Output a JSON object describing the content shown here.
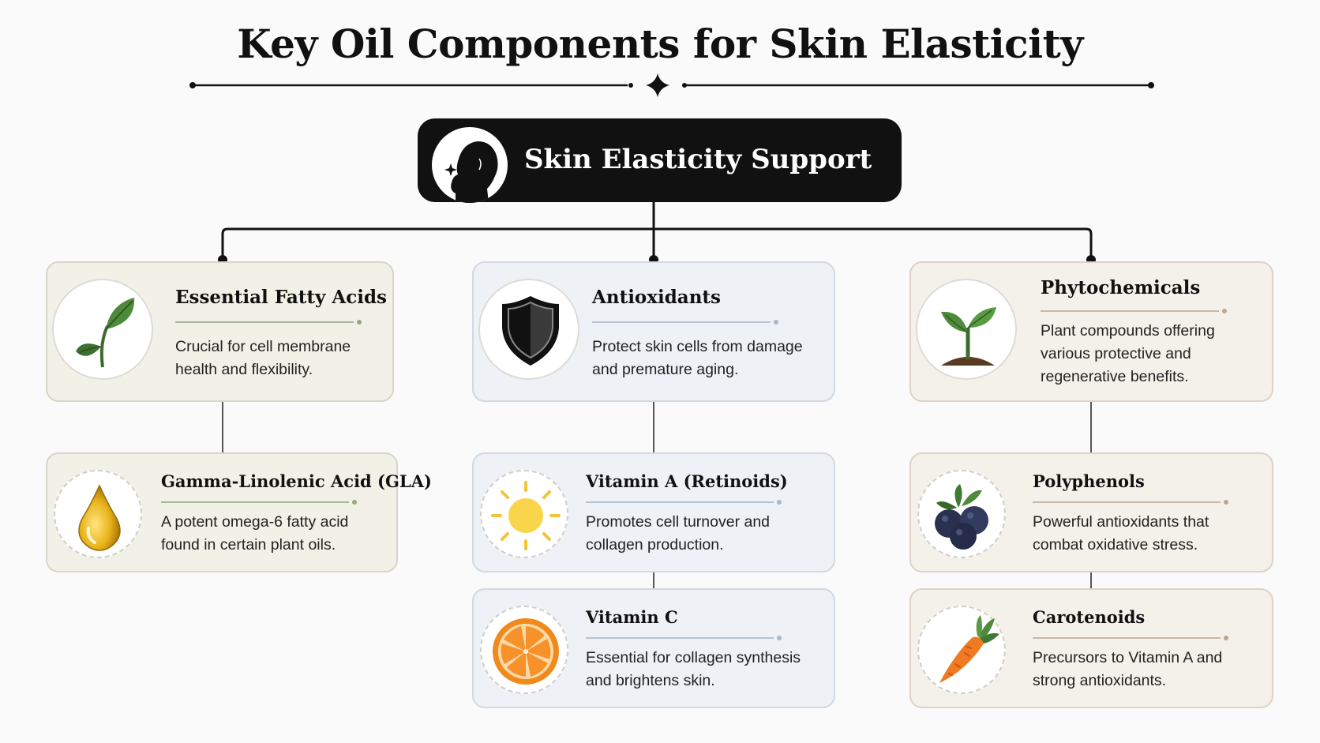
{
  "title": "Key Oil Components for Skin Elasticity",
  "root": {
    "label": "Skin Elasticity Support",
    "icon": "woman-profile-icon"
  },
  "colors": {
    "green": "#96a87e",
    "blue": "#a7b8cb",
    "beige": "#c4a38a",
    "dark": "#111111"
  },
  "categories": [
    {
      "title": "Essential Fatty Acids",
      "description": "Crucial for cell membrane health and flexibility.",
      "icon": "leaf-icon",
      "children": [
        {
          "title": "Gamma-Linolenic Acid (GLA)",
          "description": "A potent omega-6 fatty acid found in certain plant oils.",
          "icon": "oil-drop-icon"
        }
      ]
    },
    {
      "title": "Antioxidants",
      "description": "Protect skin cells from damage and premature aging.",
      "icon": "shield-icon",
      "children": [
        {
          "title": "Vitamin A (Retinoids)",
          "description": "Promotes cell turnover and collagen production.",
          "icon": "sun-icon"
        },
        {
          "title": "Vitamin C",
          "description": "Essential for collagen synthesis and brightens skin.",
          "icon": "orange-slice-icon"
        }
      ]
    },
    {
      "title": "Phytochemicals",
      "description": "Plant compounds offering various protective and regenerative benefits.",
      "icon": "sprout-icon",
      "children": [
        {
          "title": "Polyphenols",
          "description": "Powerful antioxidants that combat oxidative stress.",
          "icon": "blueberries-icon"
        },
        {
          "title": "Carotenoids",
          "description": "Precursors to Vitamin A and strong antioxidants.",
          "icon": "carrot-icon"
        }
      ]
    }
  ]
}
